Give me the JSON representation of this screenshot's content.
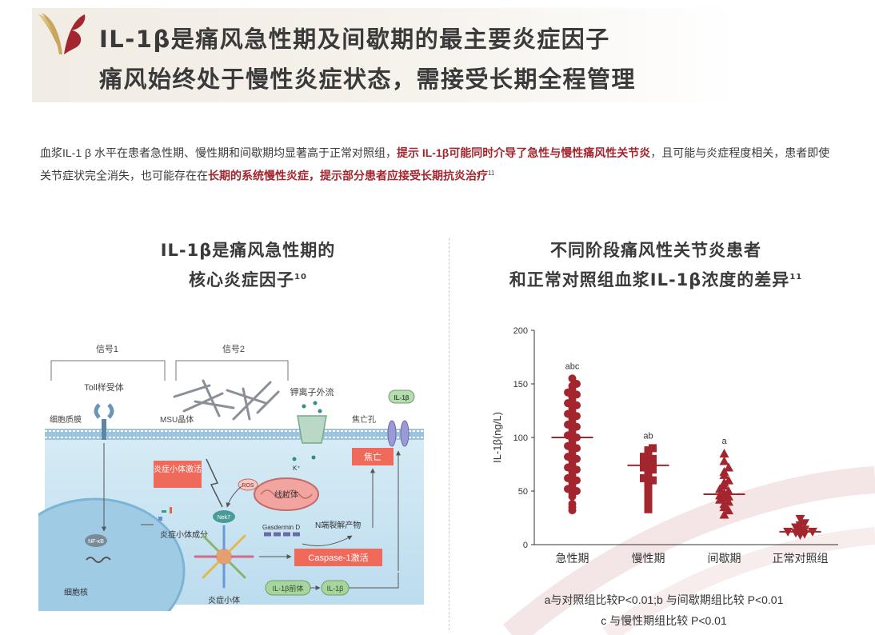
{
  "header": {
    "title_line1": "IL-1β是痛风急性期及间歇期的最主要炎症因子",
    "title_line2": "痛风始终处于慢性炎症状态，需接受长期全程管理"
  },
  "intro": {
    "part1": "血浆IL-1 β  水平在患者急性期、慢性期和间歇期均显著高于正常对照组，",
    "highlight1": "提示 IL-1β可能同时介导了急性与慢性痛风性关节炎",
    "part2": "，且可能与炎症程度相关，患者即使关节症状完全消失，也可能存在在",
    "highlight2": "长期的系统慢性炎症，提示部分患者应接受长期抗炎治疗",
    "ref": "11"
  },
  "left_panel": {
    "title_line1": "IL-1β是痛风急性期的",
    "title_line2": "核心炎症因子",
    "ref": "10",
    "diagram": {
      "signal1": "信号1",
      "signal2": "信号2",
      "toll": "Toll样受体",
      "membrane": "细胞质膜",
      "msu": "MSU晶体",
      "k_efflux": "钾离子外流",
      "k_ion": "K⁺",
      "pyroptosis_pore": "焦亡孔",
      "il1b_top": "IL-1β",
      "inflammasome_activation": "炎症小体激活",
      "ros": "ROS",
      "mitochondria": "线粒体",
      "pyroptosis": "焦亡",
      "nek7": "Nek7",
      "gasdermin": "Gasdermin D",
      "n_fragment": "N端裂解产物",
      "nfkb": "NF-κB",
      "components": "炎症小体成分",
      "caspase": "Caspase-1激活",
      "inflammasome": "炎症小体",
      "nucleus": "细胞核",
      "pro_il1b": "IL-1β前体",
      "il1b_bottom": "IL-1β"
    }
  },
  "right_panel": {
    "title_line1": "不同阶段痛风性关节炎患者",
    "title_line2": "和正常对照组血浆IL-1β浓度的差异",
    "ref": "11"
  },
  "chart_data": {
    "type": "scatter",
    "title": "",
    "ylabel": "IL-1β(ng/L)",
    "xlabel": "",
    "ylim": [
      0,
      200
    ],
    "yticks": [
      0,
      50,
      100,
      150,
      200
    ],
    "categories": [
      "急性期",
      "慢性期",
      "间歇期",
      "正常对照组"
    ],
    "markers": [
      "circle",
      "square",
      "triangle",
      "triangle-down"
    ],
    "color": "#a3262e",
    "significance": [
      "abc",
      "ab",
      "a",
      ""
    ],
    "means": [
      100,
      74,
      47,
      12
    ],
    "series": [
      {
        "values": [
          32,
          35,
          38,
          45,
          48,
          50,
          52,
          55,
          58,
          60,
          62,
          65,
          68,
          70,
          72,
          75,
          78,
          80,
          82,
          85,
          88,
          90,
          92,
          95,
          98,
          100,
          102,
          105,
          108,
          110,
          112,
          115,
          118,
          120,
          122,
          125,
          128,
          130,
          132,
          135,
          138,
          140,
          142,
          145,
          148,
          150,
          155
        ]
      },
      {
        "values": [
          33,
          40,
          45,
          50,
          55,
          58,
          60,
          62,
          65,
          68,
          70,
          72,
          74,
          75,
          76,
          78,
          80,
          82,
          85,
          88,
          90
        ]
      },
      {
        "values": [
          28,
          32,
          35,
          38,
          40,
          42,
          44,
          45,
          46,
          48,
          50,
          52,
          55,
          58,
          60,
          65,
          68,
          72,
          78,
          85
        ]
      },
      {
        "values": [
          9,
          10,
          11,
          12,
          12,
          13,
          14,
          16,
          18,
          20,
          24
        ]
      }
    ]
  },
  "notes": {
    "line1": "a与对照组比较P<0.01;b 与间歇期组比较  P<0.01",
    "line2": "c 与慢性期组比较 P<0.01"
  }
}
